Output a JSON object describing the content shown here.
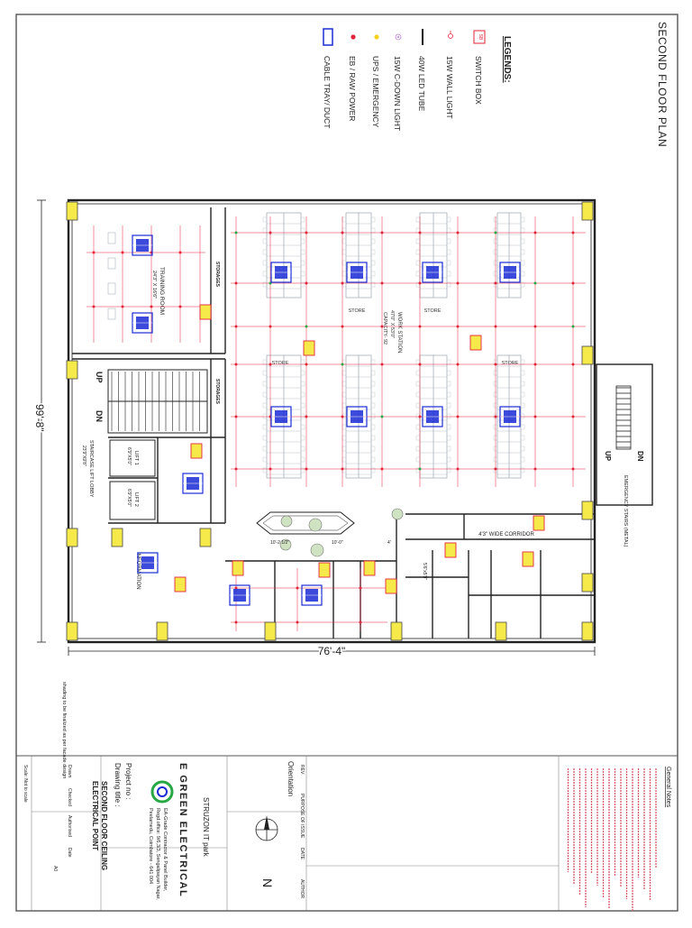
{
  "drawing": {
    "heading": "SECOND FLOOR PLAN",
    "legend_title": "LEGENDS:",
    "legend": [
      {
        "symbol": "switch-box",
        "label": "SWITCH BOX",
        "code": "SB"
      },
      {
        "symbol": "wall-light",
        "label": "15W WALL LIGHT"
      },
      {
        "symbol": "led-tube",
        "label": "40W LED TUBE"
      },
      {
        "symbol": "c-down-light",
        "label": "15W C-DOWN LIGHT"
      },
      {
        "symbol": "ups-point",
        "label": "UPS / EMERGENCY"
      },
      {
        "symbol": "eb-point",
        "label": "EB / RAW POWER"
      },
      {
        "symbol": "cable-tray",
        "label": "CABLE TRAY/ DUCT"
      }
    ],
    "colors": {
      "wall": "#222222",
      "grid": "#e0243a",
      "fixture": "#1a2bd6",
      "switch_fill": "#f6e94a",
      "switch_stroke": "#e0243a",
      "ups": "#f5d21b",
      "eb": "#e0243a",
      "green": "#28a745",
      "border": "#555555"
    }
  },
  "rooms": {
    "training_title": "TRAINING ROOM",
    "training_size": "24'3\" X 16'6\"",
    "storages": "STORAGES",
    "storages_small": "STORAGES",
    "workstation": "WORK STATION",
    "workstation_size": "47'0\" X 53'0\"",
    "capacity": "CAPACITY- 92",
    "store": "STORE",
    "lift1": "LIFT 1",
    "lift1_size": "6'9\"X5'0\"",
    "lift2": "LIFT 2",
    "lift2_size": "6'9\"X5'0\"",
    "staircase": "STAIRCASE LIFT LOBBY",
    "staircase_size": "23'9\"X9'8\"",
    "reception": "INFORMATION",
    "up": "UP",
    "dn": "DN",
    "corridor": "4'3\" WIDE CORRIDOR",
    "emergency": "EMERGENCY STAIRS (METAL)",
    "emergency_up": "UP",
    "emergency_dn": "DN",
    "shaft": "SHAFT",
    "shaft_size": "5'6\"x5'9\"",
    "dim_vertical": "99'-8\"",
    "dim_horizontal": "76'-4\"",
    "lobby_dim_a": "10'-2 1/2\"",
    "lobby_dim_b": "10'-0\"",
    "lobby_dim_c": "4'",
    "note_shading": "shading to be finalized as per facade design"
  },
  "titleblock": {
    "general_notes": "General Notes",
    "orientation": "Orientation",
    "project_name": "STRUZON IT park",
    "company": "E GREEN ELECTRICAL",
    "company_desc_1": "EA-Grade Contractor & Panel Builder,",
    "company_desc_2": "Regd.office: 9/6,3/3, Sengalipayan Nagar,",
    "company_desc_3": "Peelamedu, Coimbatore - 641 004",
    "project_no_label": "Project no :",
    "drawing_title_label": "Drawing title :",
    "drawing_title_1": "SECOND FLOOR CEILING",
    "drawing_title_2": "ELECTRICAL POINT",
    "rev_label": "REV",
    "purpose_label": "PURPOSE OF ISSUE",
    "date_label": "DATE",
    "author_label": "AUTHOR",
    "drawn_label": "Drawn",
    "checked_label": "Checked",
    "approved_label": "Authorised",
    "date2_label": "Date",
    "scale_label": "Scale: Not to scale",
    "sheet_label": "A0"
  }
}
